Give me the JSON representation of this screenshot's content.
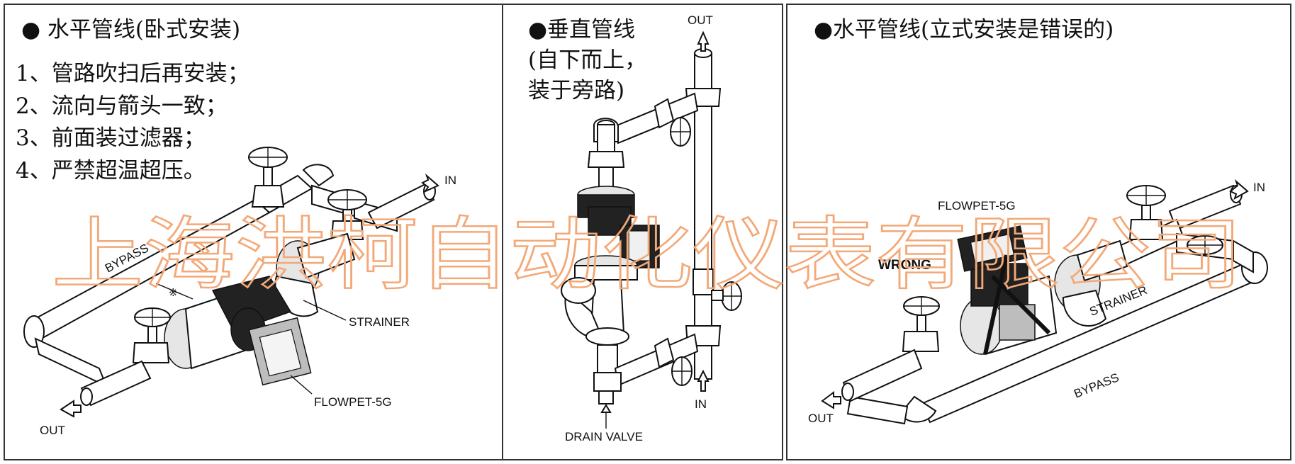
{
  "panels": {
    "left": {
      "title": "● 水平管线(卧式安装)",
      "steps": [
        "1、管路吹扫后再安装；",
        "2、流向与箭头一致；",
        "3、前面装过滤器；",
        "4、严禁超温超压。"
      ],
      "labels": {
        "bypass": "BYPASS",
        "in": "IN",
        "out": "OUT",
        "strainer": "STRAINER",
        "meter": "FLOWPET-5G",
        "note": "※"
      }
    },
    "middle": {
      "title": "●垂直管线",
      "subtitle_line1": "(自下而上，",
      "subtitle_line2": "装于旁路)",
      "labels": {
        "out": "OUT",
        "in": "IN",
        "drain": "DRAIN VALVE"
      }
    },
    "right": {
      "title": "●水平管线(立式安装是错误的)",
      "labels": {
        "meter": "FLOWPET-5G",
        "wrong": "WRONG",
        "in": "IN",
        "strainer": "STRAINER",
        "bypass": "BYPASS",
        "out": "OUT"
      }
    }
  },
  "watermark": "上海洪柯自动化仪表有限公司",
  "colors": {
    "border": "#333333",
    "watermark": "#f3a877",
    "ink": "#111111"
  }
}
